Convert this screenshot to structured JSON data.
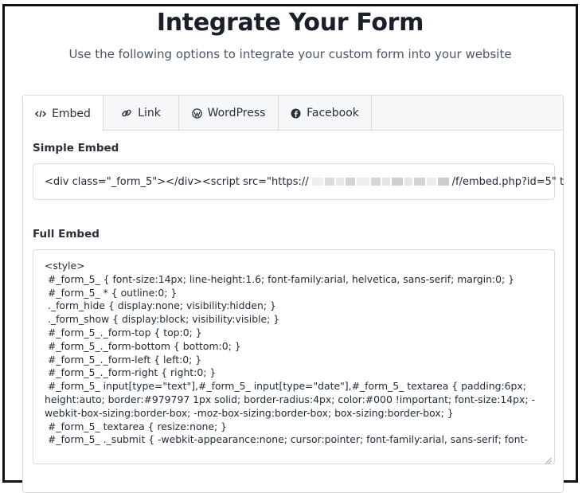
{
  "header": {
    "title": "Integrate Your Form",
    "subtitle": "Use the following options to integrate your custom form into your website"
  },
  "tabs": [
    {
      "label": "Embed",
      "icon": "code-icon",
      "active": true
    },
    {
      "label": "Link",
      "icon": "link-icon",
      "active": false
    },
    {
      "label": "WordPress",
      "icon": "wordpress-icon",
      "active": false
    },
    {
      "label": "Facebook",
      "icon": "facebook-icon",
      "active": false
    }
  ],
  "simple_embed": {
    "label": "Simple Embed",
    "code_prefix": "<div class=\"_form_5\"></div><script src=\"https://",
    "code_suffix": "/f/embed.php?id=5\" t"
  },
  "full_embed": {
    "label": "Full Embed",
    "lines": [
      "<style>",
      " #_form_5_ { font-size:14px; line-height:1.6; font-family:arial, helvetica, sans-serif; margin:0; }",
      " #_form_5_ * { outline:0; }",
      " ._form_hide { display:none; visibility:hidden; }",
      " ._form_show { display:block; visibility:visible; }",
      " #_form_5_._form-top { top:0; }",
      " #_form_5_._form-bottom { bottom:0; }",
      " #_form_5_._form-left { left:0; }",
      " #_form_5_._form-right { right:0; }",
      " #_form_5_ input[type=\"text\"],#_form_5_ input[type=\"date\"],#_form_5_ textarea { padding:6px;",
      "height:auto; border:#979797 1px solid; border-radius:4px; color:#000 !important; font-size:14px; -",
      "webkit-box-sizing:border-box; -moz-box-sizing:border-box; box-sizing:border-box; }",
      " #_form_5_ textarea { resize:none; }",
      " #_form_5_ ._submit { -webkit-appearance:none; cursor:pointer; font-family:arial, sans-serif; font-"
    ]
  }
}
